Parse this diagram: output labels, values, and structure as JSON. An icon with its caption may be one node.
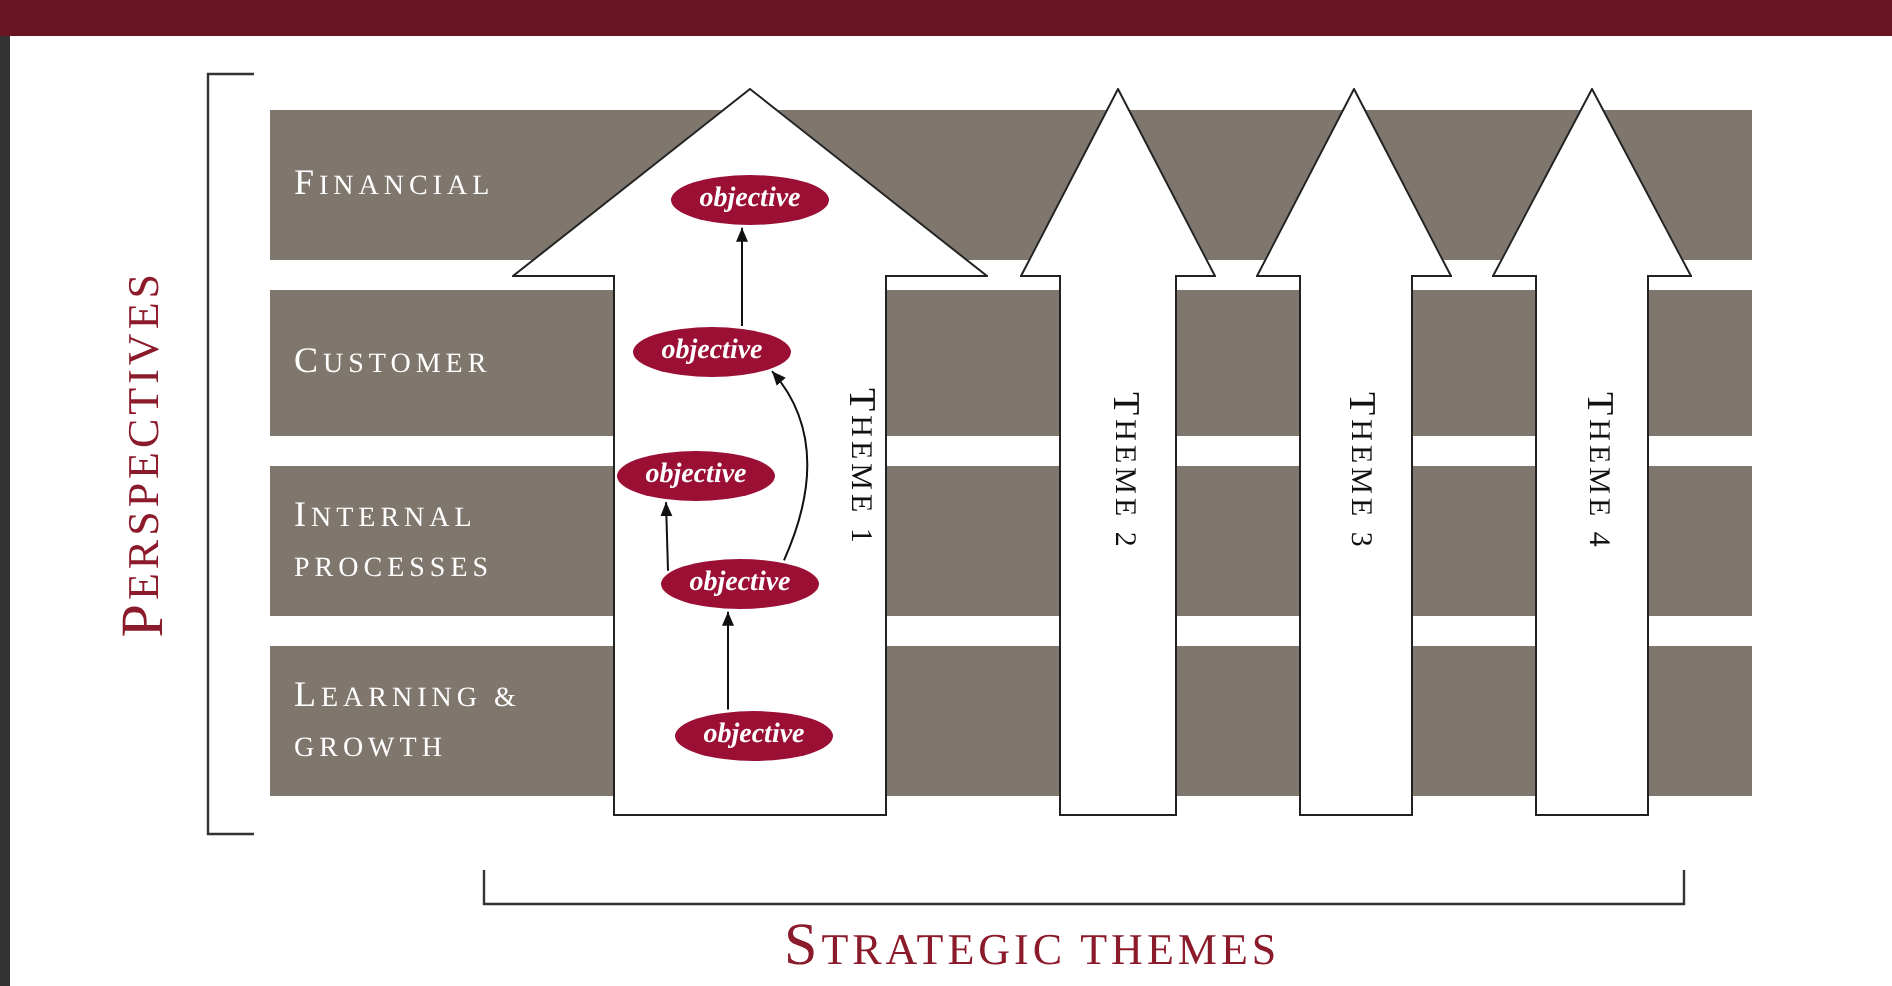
{
  "diagram": {
    "nodes": [
      {
        "text": [
          "FINANCIAL"
        ]
      },
      {
        "text": [
          "CUSTOMER"
        ]
      },
      {
        "text": [
          "INTERNAL PROCESSES"
        ]
      },
      {
        "text": [
          "LEARNING & GROWTH"
        ]
      },
      {
        "text": [
          "THEME 1"
        ]
      },
      {
        "text": [
          "THEME 2"
        ]
      },
      {
        "text": [
          "THEME 3"
        ]
      },
      {
        "text": [
          "THEME 4"
        ]
      },
      {
        "text": [
          "objective"
        ],
        "in": 4
      },
      {
        "text": [
          "objective"
        ],
        "in": 4
      },
      {
        "text": [
          "objective"
        ],
        "in": 4
      },
      {
        "text": [
          "objective"
        ],
        "in": 4
      },
      {
        "text": [
          "objective"
        ],
        "in": 4
      }
    ],
    "edges": [
      {
        "from": 12,
        "to": 11,
        "arrow": "to"
      },
      {
        "from": 11,
        "to": 10,
        "arrow": "to"
      },
      {
        "from": 11,
        "to": 9,
        "arrow": "to"
      },
      {
        "from": 9,
        "to": 8,
        "arrow": "to"
      }
    ],
    "labels": [
      "PERSPECTIVES",
      "STRATEGIC THEMES"
    ]
  }
}
